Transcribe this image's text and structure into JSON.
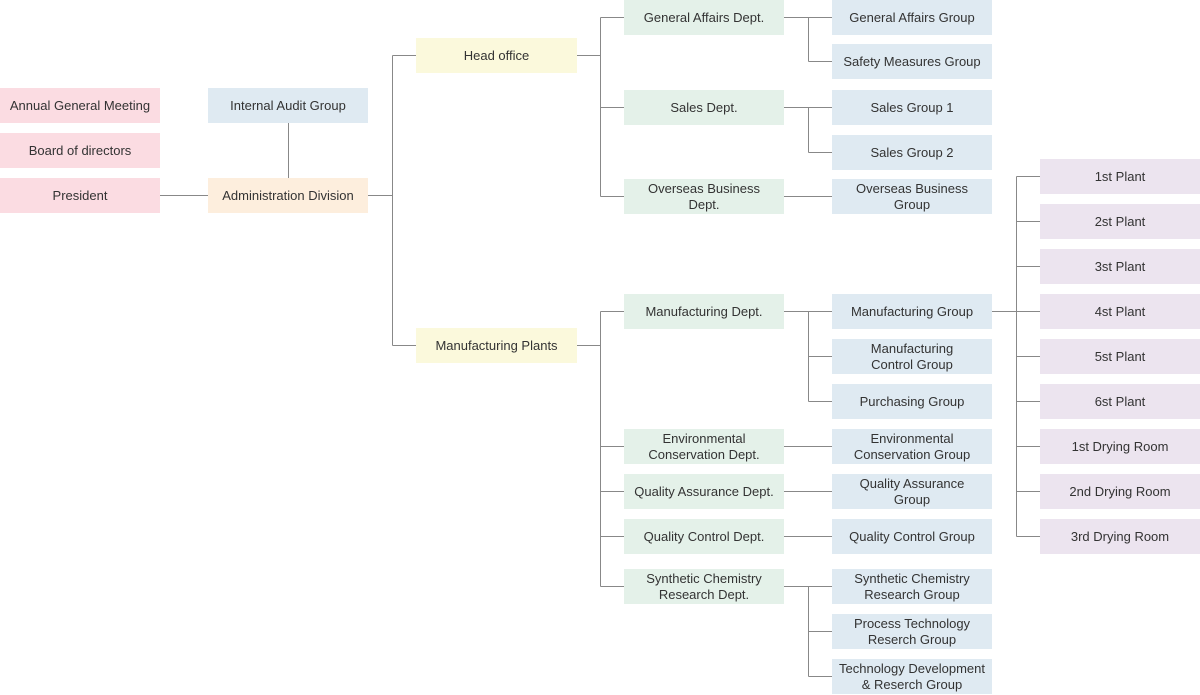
{
  "org_chart": {
    "governance": {
      "annual_general_meeting": "Annual General Meeting",
      "board_of_directors": "Board of directors",
      "president": "President"
    },
    "administration": {
      "internal_audit_group": "Internal Audit Group",
      "administration_division": "Administration Division"
    },
    "locations": {
      "head_office": "Head office",
      "manufacturing_plants": "Manufacturing Plants"
    },
    "head_office_departments": {
      "general_affairs_dept": "General Affairs Dept.",
      "sales_dept": "Sales Dept.",
      "overseas_business_dept": "Overseas Business\nDept."
    },
    "head_office_groups": {
      "general_affairs_group": "General Affairs Group",
      "safety_measures_group": "Safety Measures Group",
      "sales_group_1": "Sales Group 1",
      "sales_group_2": "Sales Group 2",
      "overseas_business_group": "Overseas Business\nGroup"
    },
    "plant_departments": {
      "manufacturing_dept": "Manufacturing Dept.",
      "environmental_conservation_dept": "Environmental\nConservation Dept.",
      "quality_assurance_dept": "Quality Assurance Dept.",
      "quality_control_dept": "Quality Control Dept.",
      "synthetic_chemistry_research_dept": "Synthetic Chemistry\nResearch Dept."
    },
    "plant_groups": {
      "manufacturing_group": "Manufacturing Group",
      "manufacturing_control_group": "Manufacturing\nControl Group",
      "purchasing_group": "Purchasing Group",
      "environmental_conservation_group": "Environmental\nConservation Group",
      "quality_assurance_group": "Quality Assurance\nGroup",
      "quality_control_group": "Quality Control Group",
      "synthetic_chemistry_research_group": "Synthetic Chemistry\nResearch Group",
      "process_technology_reserch_group": "Process Technology\nReserch Group",
      "technology_development_reserch_group": "Technology Development\n& Reserch Group"
    },
    "facilities": {
      "plant_1": "1st Plant",
      "plant_2": "2st Plant",
      "plant_3": "3st Plant",
      "plant_4": "4st Plant",
      "plant_5": "5st Plant",
      "plant_6": "6st Plant",
      "drying_room_1": "1st Drying Room",
      "drying_room_2": "2nd Drying Room",
      "drying_room_3": "3rd Drying Room"
    }
  },
  "colors": {
    "pink": "#fbdce2",
    "peach": "#fdeedd",
    "blue": "#dfeaf2",
    "yellow": "#fbf9dc",
    "green": "#e4f1e9",
    "lavender": "#ece4ef",
    "line": "#888888",
    "text": "#333333"
  }
}
